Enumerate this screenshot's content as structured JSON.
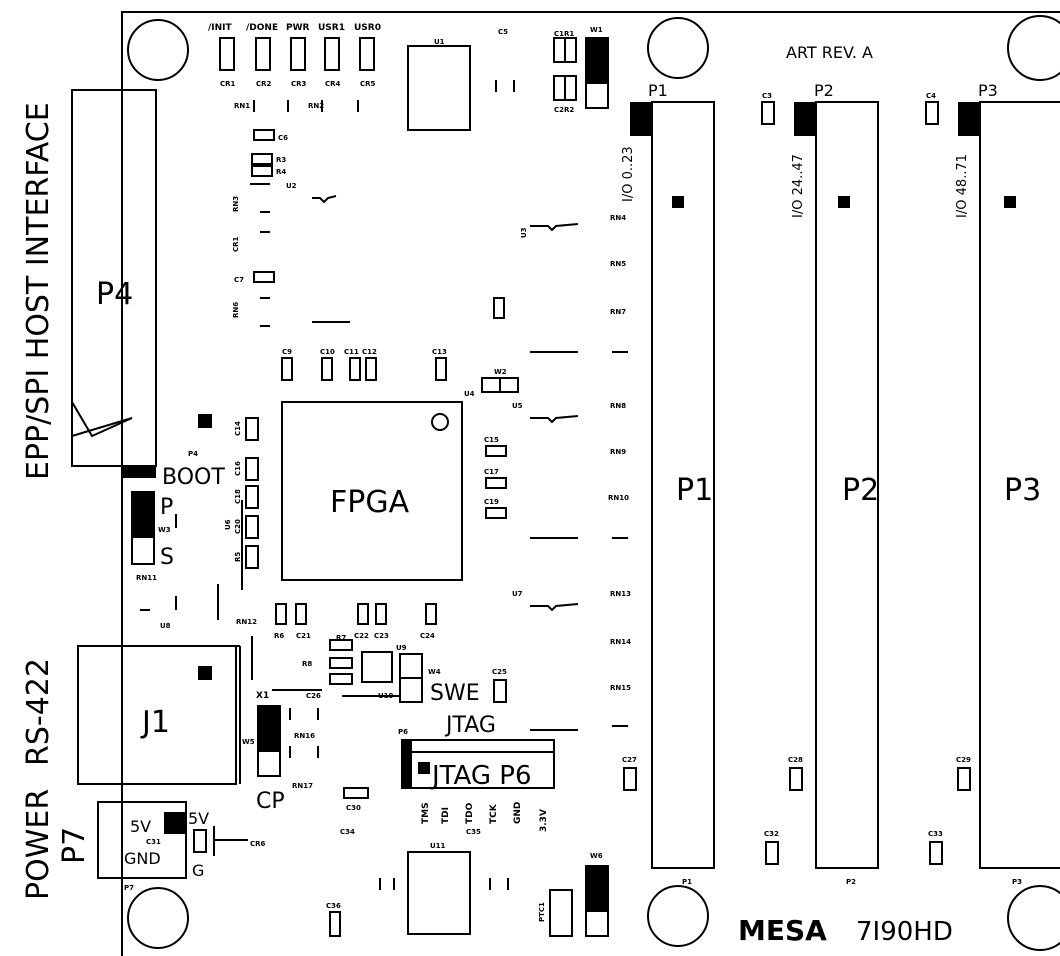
{
  "sidebar": {
    "host_interface": "EPP/SPI HOST INTERFACE",
    "rs422": "RS-422",
    "power": "POWER",
    "power_connector": "P7"
  },
  "header": {
    "led_labels": [
      "/INIT",
      "/DONE",
      "PWR",
      "USR1",
      "USR0"
    ],
    "led_refs": [
      "CR1",
      "CR2",
      "CR3",
      "CR4",
      "CR5"
    ],
    "revision": "ART REV. A",
    "u1": "U1",
    "c5": "C5",
    "c1r1": "C1R1",
    "c2r2": "C2R2",
    "w1": "W1"
  },
  "connectors": {
    "p1": {
      "top": "P1",
      "center": "P1",
      "io": "I/O 0..23",
      "bottom": "P1"
    },
    "p2": {
      "top": "P2",
      "center": "P2",
      "io": "I/O 24..47",
      "bottom": "P2"
    },
    "p3": {
      "top": "P3",
      "center": "P3",
      "io": "I/O 48..71",
      "bottom": "P3"
    },
    "p4": "P4",
    "p4_ref": "P4",
    "j1": "J1"
  },
  "fpga": {
    "label": "FPGA"
  },
  "boot": {
    "title": "BOOT",
    "opt_p": "P",
    "opt_s": "S",
    "jumper": "W3"
  },
  "jtag": {
    "title": "JTAG",
    "label": "JTAG P6",
    "ref": "P6",
    "pins": [
      "TMS",
      "TDI",
      "TDO",
      "TCK",
      "GND",
      "3.3V"
    ]
  },
  "swe": {
    "label": "SWE",
    "jumper": "W4"
  },
  "clock": {
    "x1": "X1",
    "cp": "CP",
    "w5": "W5"
  },
  "power_block": {
    "v5": "5V",
    "gnd": "GND",
    "v5b": "5V",
    "g": "G",
    "ref": "P7"
  },
  "branding": {
    "logo": "MESA",
    "model": "7I90HD"
  },
  "parts": {
    "rn1": "RN1",
    "rn2": "RN2",
    "c6": "C6",
    "r3": "R3",
    "r4": "R4",
    "u2": "U2",
    "rn3": "RN3",
    "cr1_side": "CR1",
    "c7": "C7",
    "rn6": "RN6",
    "c9": "C9",
    "c10": "C10",
    "c11": "C11",
    "c12": "C12",
    "c13": "C13",
    "u3": "U3",
    "rn4": "RN4",
    "rn5": "RN5",
    "rn7": "RN7",
    "w2": "W2",
    "u4": "U4",
    "u5": "U5",
    "rn8": "RN8",
    "rn9": "RN9",
    "rn10": "RN10",
    "c15": "C15",
    "c17": "C17",
    "c19": "C19",
    "c14": "C14",
    "c16": "C16",
    "c18": "C18",
    "c20": "C20",
    "u6": "U6",
    "r5": "R5",
    "rn11": "RN11",
    "u8": "U8",
    "rn12": "RN12",
    "r6": "R6",
    "c21": "C21",
    "r7": "R7",
    "c22": "C22",
    "c23": "C23",
    "c24": "C24",
    "u9": "U9",
    "r8": "R8",
    "u10": "U10",
    "c26": "C26",
    "c25": "C25",
    "u7": "U7",
    "rn13": "RN13",
    "rn14": "RN14",
    "rn15": "RN15",
    "rn16": "RN16",
    "rn17": "RN17",
    "c27": "C27",
    "c28": "C28",
    "c29": "C29",
    "c30": "C30",
    "c31": "C31",
    "c32": "C32",
    "c33": "C33",
    "c34": "C34",
    "c35": "C35",
    "c36": "C36",
    "u11": "U11",
    "w6": "W6",
    "ptc1": "PTC1",
    "cr6": "CR6",
    "c3": "C3",
    "c4": "C4"
  }
}
